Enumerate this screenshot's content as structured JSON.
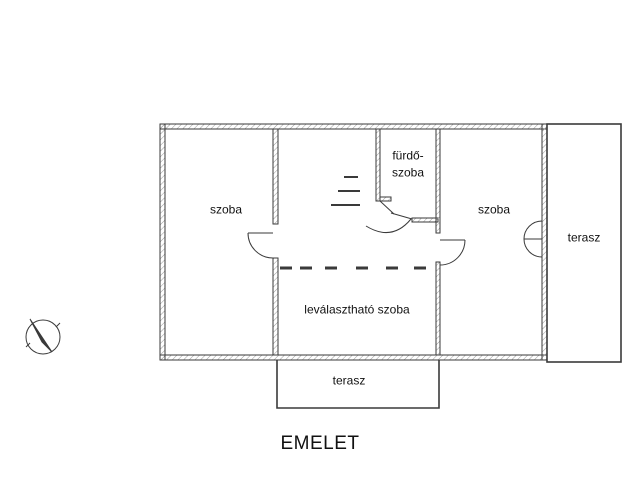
{
  "plan_title": "EMELET",
  "rooms": {
    "left_room": "szoba",
    "bathroom_line1": "fürdő-",
    "bathroom_line2": "szoba",
    "right_room": "szoba",
    "side_terrace": "terasz",
    "separable_room": "leválasztható szoba",
    "front_terrace": "terasz"
  },
  "icons": {
    "north_arrow": "compass-north-arrow-icon",
    "stairs": "staircase-icon",
    "doors": "door-swing-icon"
  },
  "colors": {
    "wall_stroke": "#3a3a3a",
    "wall_hatch": "#9a9a9a",
    "text": "#111111",
    "background": "#ffffff"
  }
}
